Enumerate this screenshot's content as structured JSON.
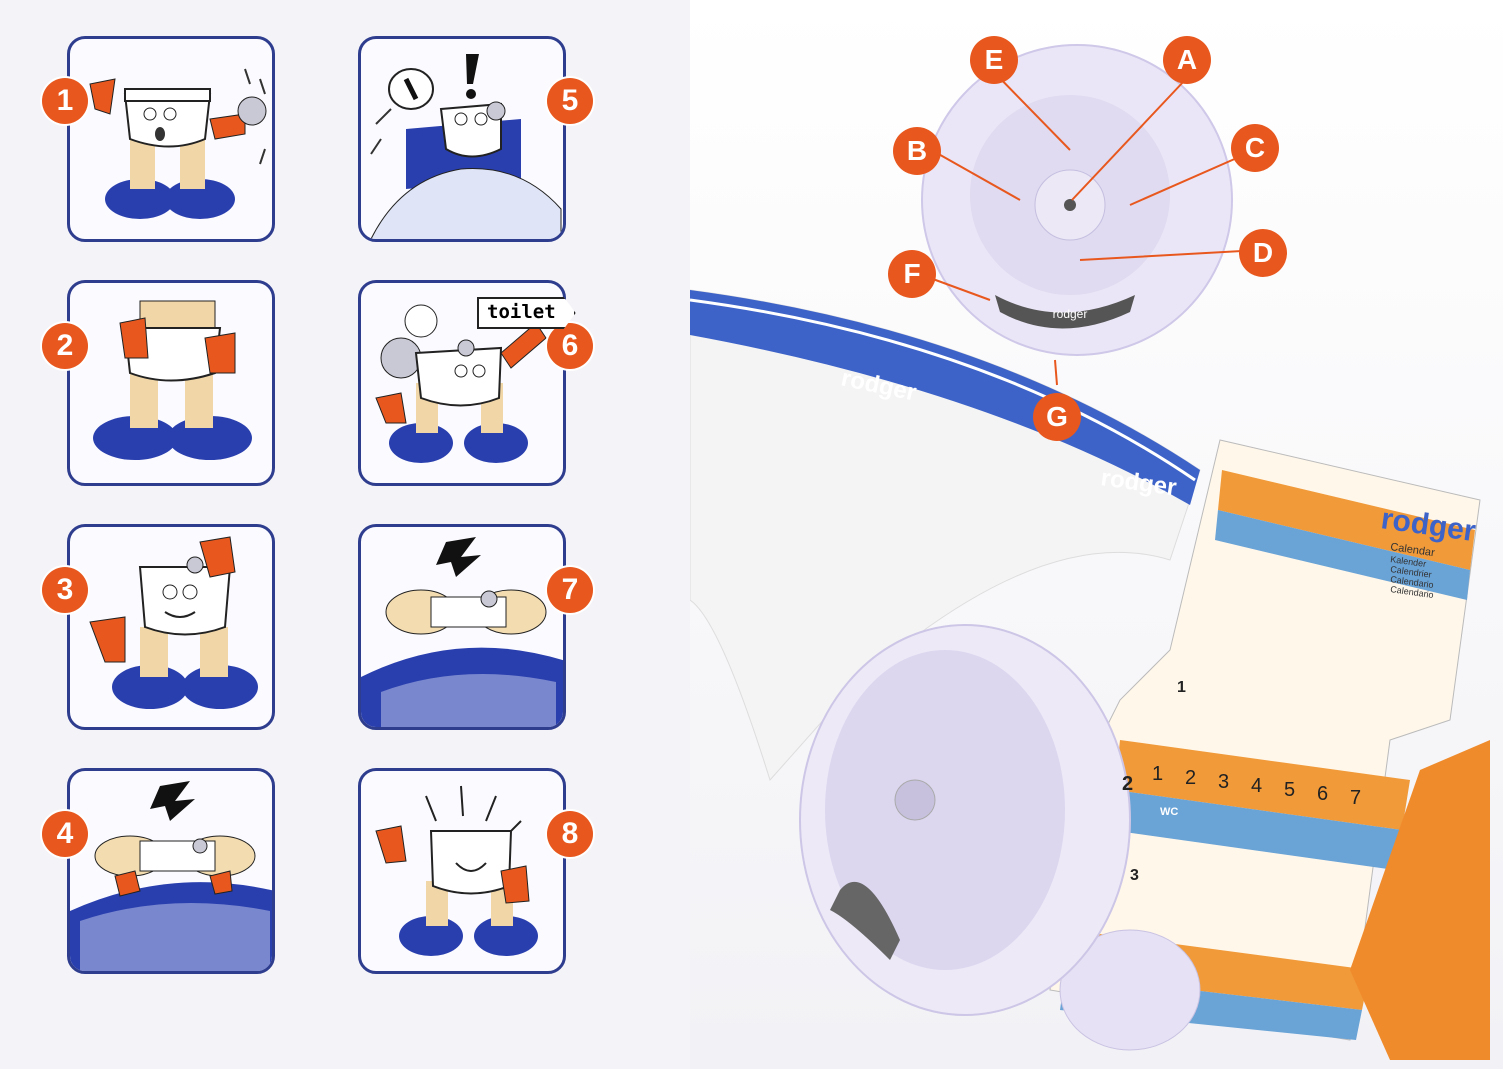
{
  "steps": [
    {
      "number": "1"
    },
    {
      "number": "2"
    },
    {
      "number": "3"
    },
    {
      "number": "4"
    },
    {
      "number": "5"
    },
    {
      "number": "6"
    },
    {
      "number": "7"
    },
    {
      "number": "8"
    }
  ],
  "step6_sign": "toilet",
  "device_labels": [
    "A",
    "B",
    "C",
    "D",
    "E",
    "F",
    "G"
  ],
  "brand": "rodger",
  "calendar": {
    "title": "Calendar",
    "subtitles": [
      "Kalender",
      "Calendrier",
      "Calendario",
      "Calendario"
    ],
    "days": [
      "1",
      "2",
      "3",
      "4",
      "5",
      "6",
      "7"
    ],
    "week_numbers": [
      "1",
      "2",
      "3"
    ],
    "wc_label": "WC"
  },
  "colors": {
    "accent_orange": "#e8581e",
    "panel_border": "#2f3d8f",
    "band_blue": "#3d63c9",
    "device_lilac": "#dcd6ef"
  }
}
